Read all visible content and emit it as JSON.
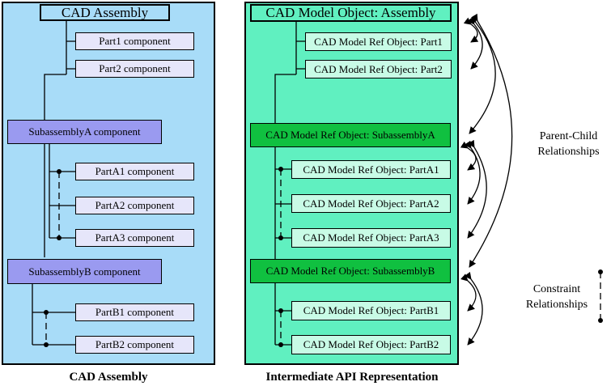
{
  "left": {
    "title": "CAD Assembly",
    "parts": [
      "Part1 component",
      "Part2 component"
    ],
    "subA": "SubassemblyA component",
    "subA_parts": [
      "PartA1 component",
      "PartA2 component",
      "PartA3 component"
    ],
    "subB": "SubassemblyB component",
    "subB_parts": [
      "PartB1 component",
      "PartB2 component"
    ],
    "caption": "CAD Assembly"
  },
  "right": {
    "title": "CAD Model Object: Assembly",
    "parts": [
      "CAD Model Ref Object: Part1",
      "CAD Model Ref Object: Part2"
    ],
    "subA": "CAD Model Ref Object: SubassemblyA",
    "subA_parts": [
      "CAD Model Ref Object: PartA1",
      "CAD Model Ref Object: PartA2",
      "CAD Model Ref Object: PartA3"
    ],
    "subB": "CAD Model Ref Object: SubassemblyB",
    "subB_parts": [
      "CAD Model Ref Object: PartB1",
      "CAD Model Ref Object: PartB2"
    ],
    "caption": "Intermediate API Representation"
  },
  "legend": {
    "parent_child": [
      "Parent-Child",
      "Relationships"
    ],
    "constraint": [
      "Constraint",
      "Relationships"
    ]
  },
  "colors": {
    "left_panel": "#a8dcf8",
    "left_part": "#e6e6fa",
    "left_sub": "#9a9af0",
    "right_panel": "#60f0c0",
    "right_part": "#c8fbe6",
    "right_sub": "#10c040"
  }
}
